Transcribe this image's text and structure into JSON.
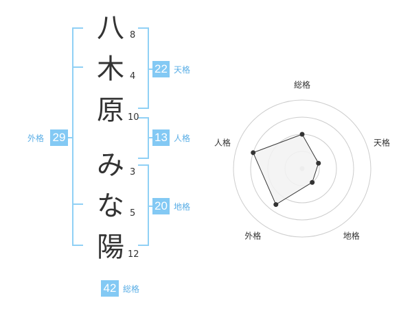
{
  "name": {
    "chars": [
      {
        "char": "八",
        "strokes": "8"
      },
      {
        "char": "木",
        "strokes": "4"
      },
      {
        "char": "原",
        "strokes": "10"
      },
      {
        "char": "み",
        "strokes": "3"
      },
      {
        "char": "な",
        "strokes": "5"
      },
      {
        "char": "陽",
        "strokes": "12"
      }
    ]
  },
  "fortunes": {
    "tenkaku": {
      "value": "22",
      "label": "天格"
    },
    "jinkaku": {
      "value": "13",
      "label": "人格"
    },
    "chikaku": {
      "value": "20",
      "label": "地格"
    },
    "gaikaku": {
      "value": "29",
      "label": "外格"
    },
    "soukaku": {
      "value": "42",
      "label": "総格"
    }
  },
  "colors": {
    "accent": "#83c9f4",
    "bracket": "#8fd0f5",
    "text": "#333333",
    "ring": "#cccccc",
    "polygon_fill": "#f2f2f2",
    "polygon_stroke": "#333333"
  },
  "chart_data": {
    "type": "radar",
    "axes": [
      "総格",
      "天格",
      "地格",
      "外格",
      "人格"
    ],
    "values": [
      0.5,
      0.25,
      0.25,
      0.65,
      0.75
    ],
    "rings": 4
  }
}
